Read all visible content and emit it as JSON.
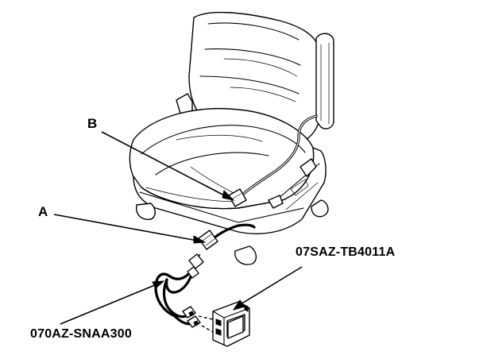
{
  "labels": {
    "A": "A",
    "B": "B",
    "tester_part": "07SAZ-TB4011A",
    "harness_part": "070AZ-SNAA300"
  }
}
